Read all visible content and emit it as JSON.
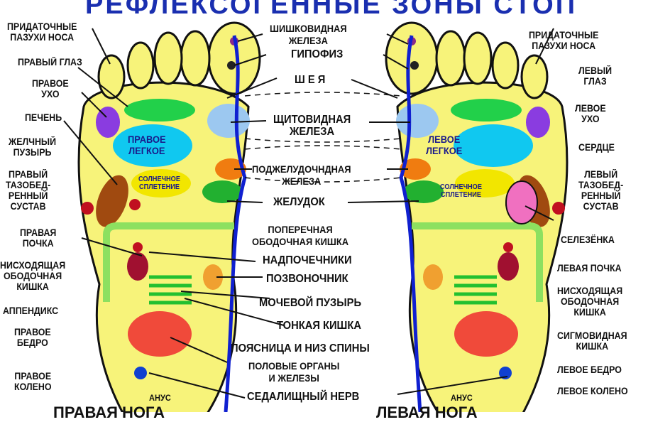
{
  "title": "РЕФЛЕКСОГЕННЫЕ ЗОНЫ СТОП",
  "left_labels": [
    "ПРИДАТОЧНЫЕ\nПАЗУХИ НОСА",
    "ПРАВЫЙ ГЛАЗ",
    "ПРАВОЕ\nУХО",
    "ПЕЧЕНЬ",
    "ЖЕЛЧНЫЙ\nПУЗЫРЬ",
    "ПРАВЫЙ\nТАЗОБЕД-\nРЕННЫЙ\nСУСТАВ",
    "ПРАВАЯ\nПОЧКА",
    "НИСХОДЯЩАЯ\nОБОДОЧНАЯ\nКИШКА",
    "АППЕНДИКС",
    "ПРАВОЕ\nБЕДРО",
    "ПРАВОЕ\nКОЛЕНО"
  ],
  "center_labels": [
    "ШИШКОВИДНАЯ\nЖЕЛЕЗА",
    "ГИПОФИЗ",
    "Ш Е Я",
    "ЩИТОВИДНАЯ\nЖЕЛЕЗА",
    "ПОДЖЕЛУДОЧНДНАЯ\nЖЕЛЕЗА",
    "ЖЕЛУДОК",
    "ПОПЕРЕЧНАЯ\nОБОДОЧНАЯ КИШКА",
    "НАДПОЧЕЧНИКИ",
    "ПОЗВОНОЧНИК",
    "МОЧЕВОЙ ПУЗЫРЬ",
    "ТОНКАЯ КИШКА",
    "ПОЯСНИЦА И НИЗ СПИНЫ",
    "ПОЛОВЫЕ ОРГАНЫ\nИ ЖЕЛЕЗЫ",
    "СЕДАЛИЩНЫЙ НЕРВ"
  ],
  "right_labels": [
    "ПРИДАТОЧНЫЕ\nПАЗУХИ НОСА",
    "ЛЕВЫЙ\nГЛАЗ",
    "ЛЕВОЕ\nУХО",
    "СЕРДЦЕ",
    "ЛЕВЫЙ\nТАЗОБЕД-\nРЕННЫЙ\nСУСТАВ",
    "СЕЛЕЗЁНКА",
    "ЛЕВАЯ ПОЧКА",
    "НИСХОДЯЩАЯ\nОБОДОЧНАЯ\nКИШКА",
    "СИГМОВИДНАЯ\nКИШКА",
    "ЛЕВОЕ БЕДРО",
    "ЛЕВОЕ КОЛЕНО"
  ],
  "inner": {
    "right_lung": "ПРАВОЕ\nЛЕГКОЕ",
    "left_lung": "ЛЕВОЕ\nЛЕГКОЕ",
    "solar": "СОЛНЕЧНОЕ\nСПЛЕТЕНИЕ",
    "anus": "АНУС"
  },
  "feet": {
    "right_foot": "ПРАВАЯ НОГА",
    "left_foot": "ЛЕВАЯ НОГА"
  }
}
